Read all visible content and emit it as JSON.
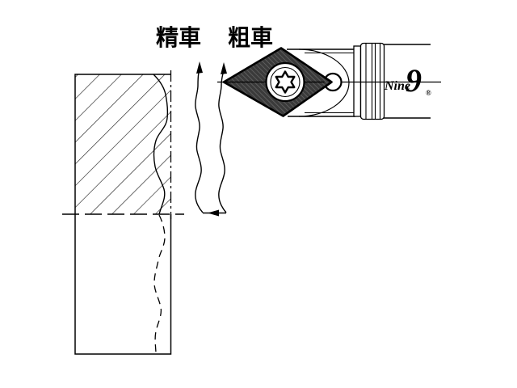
{
  "diagram": {
    "type": "technical-drawing",
    "subject": "lathe turning operation with indexable insert tool holder",
    "labels": {
      "fine_turning": "精車",
      "rough_turning": "粗車"
    },
    "brand": {
      "name_prefix": "Nine",
      "name_digit": "9",
      "registered_mark": "®"
    },
    "colors": {
      "background": "#ffffff",
      "line": "#000000",
      "insert_fill": "#3a3a3a",
      "insert_hatch_line": "#6a6a6a"
    },
    "elements": {
      "workpiece": "hatched rectangular cross-section with break line and phantom stock line",
      "cut_paths": "two wavy feed paths with up arrows (fine and rough) joined by a left feed arrow",
      "tool": "round tool holder head with diamond (rhombic) insert, torx screw, grooved flange and cylindrical shank"
    }
  }
}
